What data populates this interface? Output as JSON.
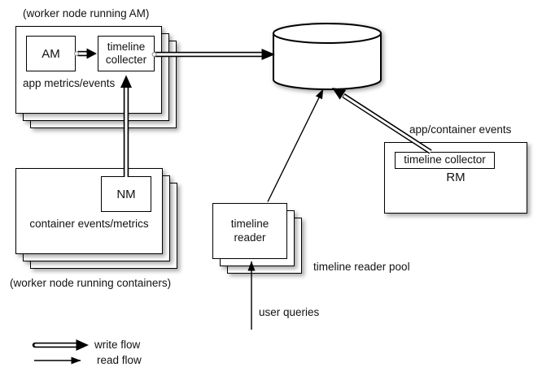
{
  "diagram": {
    "worker_am": {
      "caption": "(worker node running AM)",
      "am_label": "AM",
      "collector_label": "timeline collecter",
      "metrics_label": "app metrics/events"
    },
    "worker_nm": {
      "nm_label": "NM",
      "metrics_label": "container events/metrics",
      "caption": "(worker node running containers)"
    },
    "storage": {
      "label": "Storage"
    },
    "rm": {
      "events_label": "app/container events",
      "collector_label": "timeline collector",
      "label": "RM"
    },
    "reader": {
      "label": "timeline reader",
      "pool_label": "timeline reader pool",
      "queries_label": "user queries"
    },
    "legend": {
      "write_label": "write flow",
      "read_label": "read flow"
    },
    "flows": [
      {
        "from": "AM",
        "to": "timeline collecter",
        "type": "write"
      },
      {
        "from": "timeline collecter",
        "to": "Storage",
        "type": "write"
      },
      {
        "from": "NM",
        "to": "timeline collecter",
        "type": "write"
      },
      {
        "from": "RM timeline collector",
        "to": "Storage",
        "type": "write"
      },
      {
        "from": "timeline reader",
        "to": "Storage",
        "type": "read"
      },
      {
        "from": "user queries",
        "to": "timeline reader",
        "type": "read"
      }
    ],
    "colors": {
      "ink": "#000000",
      "box_fill": "#ffffff",
      "connector_dot": "#999999"
    }
  }
}
